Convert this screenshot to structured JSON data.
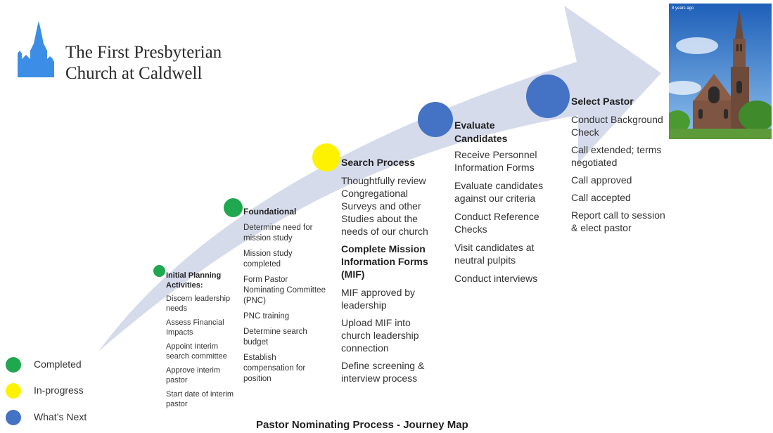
{
  "org": {
    "name_line1": "The First Presbyterian",
    "name_line2": "Church at Caldwell"
  },
  "colors": {
    "arrow": "#d6dbec",
    "completed": "#1fa850",
    "in_progress": "#fff200",
    "next": "#4472c4",
    "logo": "#3b8de6"
  },
  "stages": [
    {
      "title": "Initial Planning Activities:",
      "status": "completed",
      "items": [
        "Discern leadership needs",
        "Assess Financial Impacts",
        "Appoint Interim search committee",
        "Approve interim pastor",
        "Start date of interim pastor"
      ]
    },
    {
      "title": "Foundational",
      "status": "completed",
      "items": [
        "Determine need for mission study",
        "Mission study completed",
        "Form Pastor Nominating Committee (PNC)",
        "PNC training",
        "Determine search budget",
        "Establish compensation for position"
      ]
    },
    {
      "title": "Search Process",
      "status": "in-progress",
      "items": [
        "Thoughtfully review Congregational Surveys and other Studies about the needs of our church"
      ],
      "subtitle": "Complete Mission Information Forms (MIF)",
      "subitems": [
        "MIF approved by leadership",
        "Upload MIF into church leadership connection",
        "Define screening & interview process"
      ]
    },
    {
      "title": "Evaluate Candidates",
      "status": "next",
      "items": [
        "Receive Personnel Information Forms",
        "Evaluate candidates against our criteria",
        "Conduct Reference Checks",
        "Visit candidates at neutral pulpits",
        "Conduct interviews"
      ]
    },
    {
      "title": "Select Pastor",
      "status": "next",
      "items": [
        "Conduct Background Check",
        "Call extended; terms negotiated",
        "Call approved",
        "Call accepted",
        "Report call to session & elect pastor"
      ]
    }
  ],
  "legend": [
    {
      "label": "Completed",
      "status": "completed"
    },
    {
      "label": "In-progress",
      "status": "in-progress"
    },
    {
      "label": "What’s Next",
      "status": "next"
    }
  ],
  "photo": {
    "timestamp": "8 years ago"
  },
  "footer": "Pastor Nominating Process - Journey Map"
}
